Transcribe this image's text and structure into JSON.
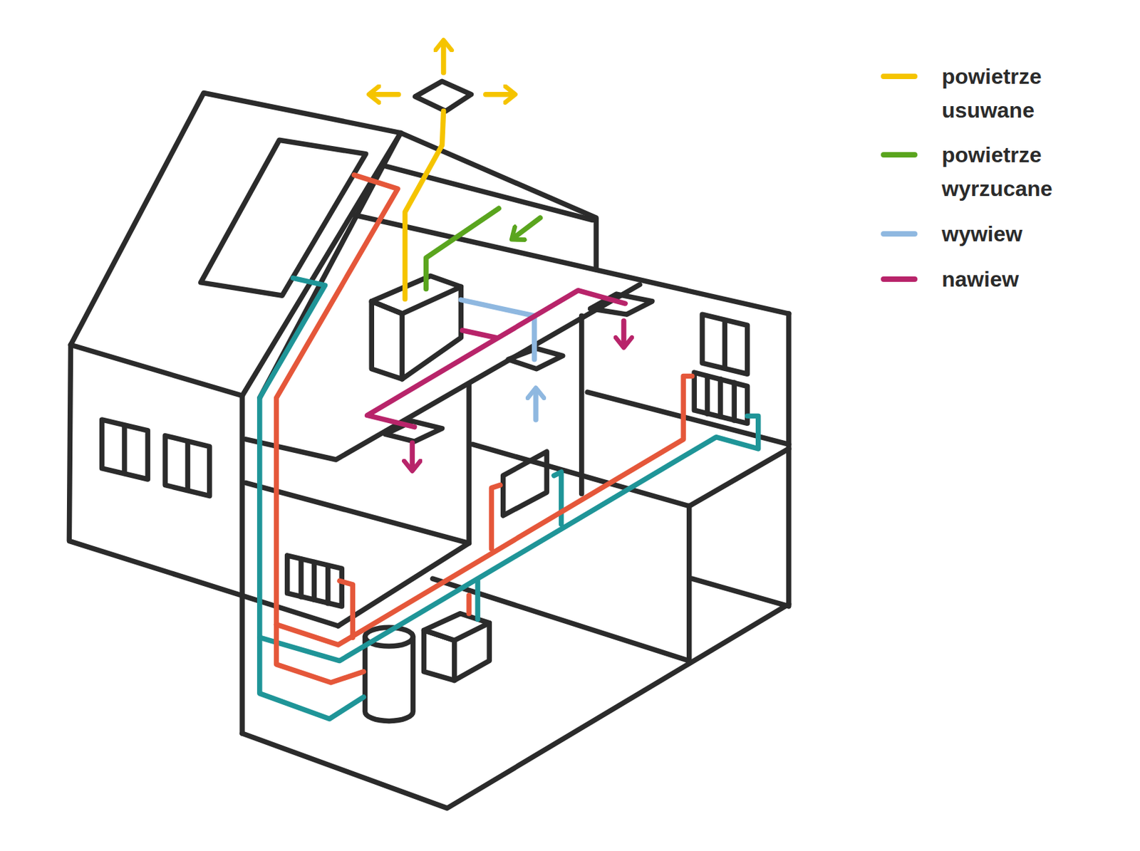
{
  "diagram": {
    "legend": [
      {
        "text": "powietrze usuwane",
        "color": "#f5c400"
      },
      {
        "text": "powietrze wyrzucane",
        "color": "#5aa51e"
      },
      {
        "text": "wywiew",
        "color": "#8fb8e0"
      },
      {
        "text": "nawiew",
        "color": "#b8246a"
      }
    ]
  }
}
